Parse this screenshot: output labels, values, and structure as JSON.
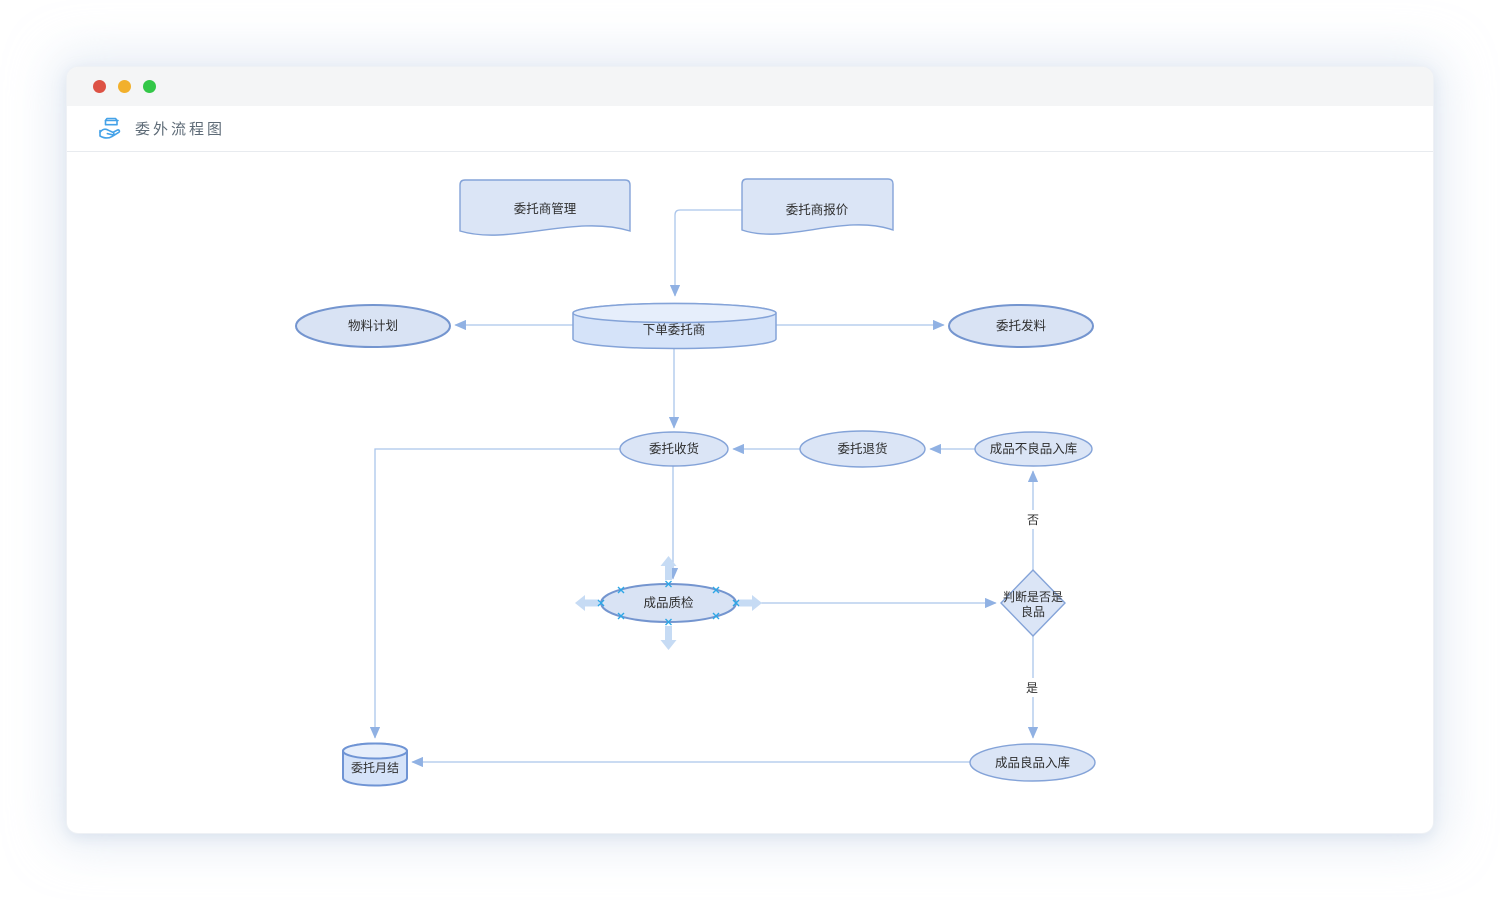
{
  "header": {
    "icon": "hand-holding-box-icon",
    "title": "委外流程图"
  },
  "window_controls": {
    "close": "close",
    "minimize": "minimize",
    "maximize": "maximize"
  },
  "nodes": {
    "doc_manage": "委托商管理",
    "doc_quote": "委托商报价",
    "order": "下单委托商",
    "material_plan": "物料计划",
    "dispatch": "委托发料",
    "receive": "委托收货",
    "returns": "委托退货",
    "defect_in": "成品不良品入库",
    "qc": "成品质检",
    "decision_l1": "判断是否是",
    "decision_l2": "良品",
    "monthly": "委托月结",
    "good_in": "成品良品入库"
  },
  "edge_labels": {
    "no": "否",
    "yes": "是"
  },
  "colors": {
    "accent_blue": "#45a2e8",
    "node_fill": "#dbe5f6",
    "node_stroke": "#84a3d8",
    "connector": "#abc5ea",
    "arrowhead": "#90b1e3",
    "selection_handle": "#2ea7e6",
    "autoconnect_arrow": "#c6dbf4",
    "traffic_red": "#dd5245",
    "traffic_yellow": "#f2b02c",
    "traffic_green": "#33c748"
  }
}
